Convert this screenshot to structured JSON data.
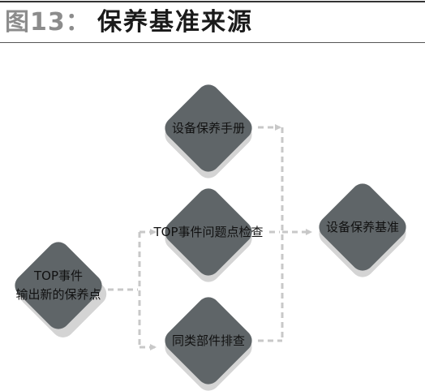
{
  "header": {
    "figure_label": "图13：",
    "title": "保养基准来源"
  },
  "nodes": {
    "source": {
      "line1": "TOP事件",
      "line2": "输出新的保养点"
    },
    "manual": {
      "label": "设备保养手册"
    },
    "inspection": {
      "label": "TOP事件问题点检查"
    },
    "similar": {
      "label": "同类部件排查"
    },
    "standard": {
      "label": "设备保养基准"
    }
  },
  "colors": {
    "node_fill": "#5f6568",
    "node_shadow": "#d4d4d4",
    "arrow": "#c8c8c8"
  }
}
